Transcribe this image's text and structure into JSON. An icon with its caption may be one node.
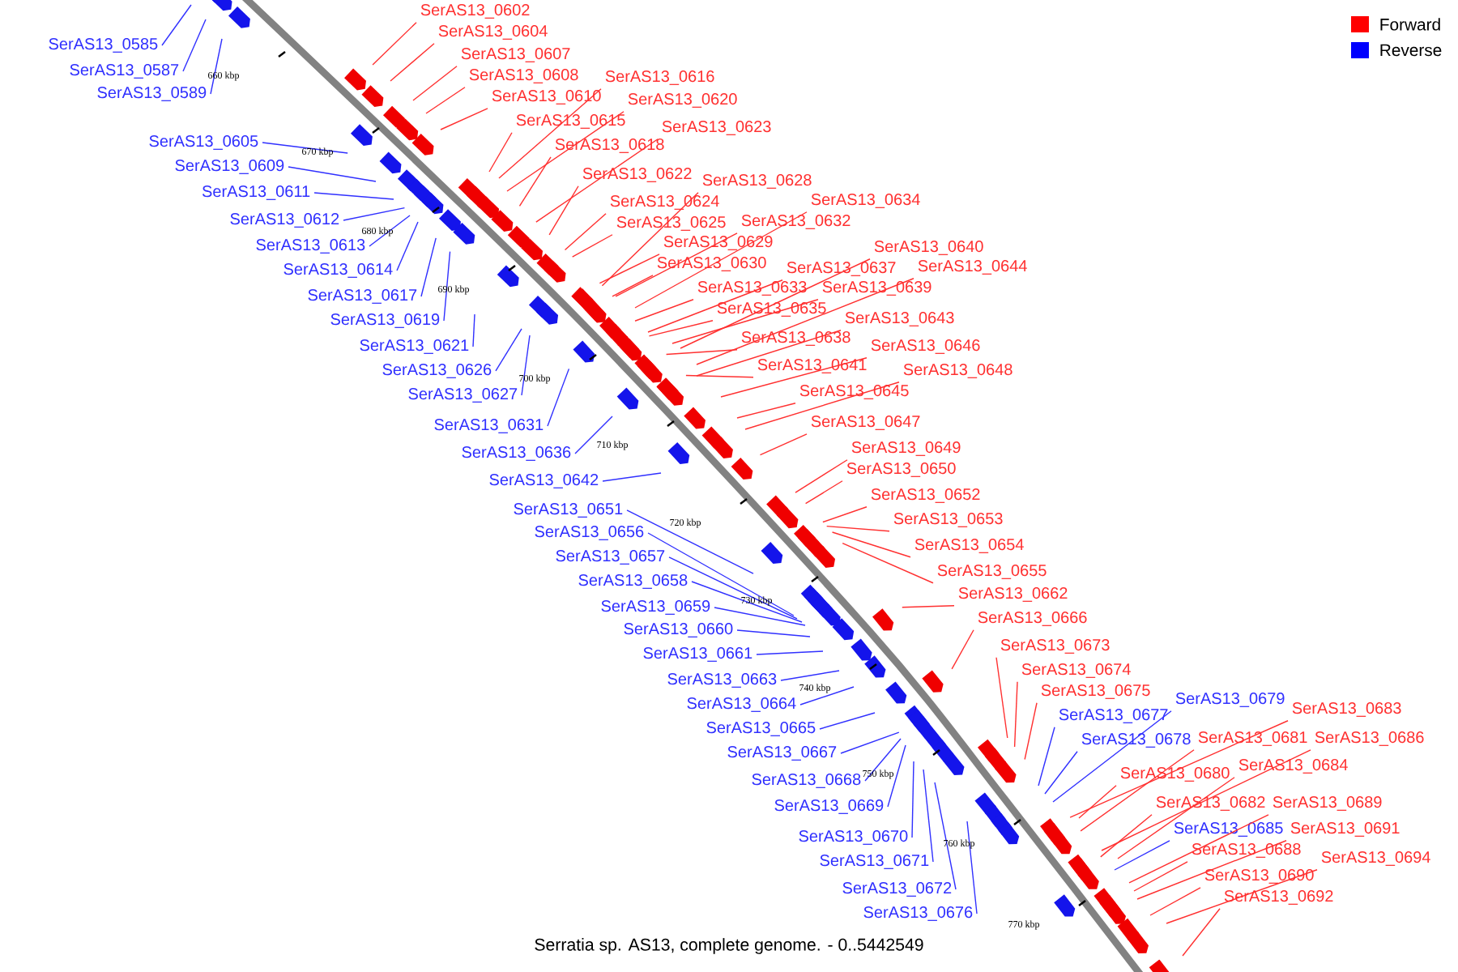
{
  "diagram": {
    "caption": "Serratia sp. AS13, complete genome. - 0..5442549",
    "nodes": [
      {
        "text": [
          "SerAS13_0585"
        ]
      },
      {
        "text": [
          "SerAS13_0587"
        ]
      },
      {
        "text": [
          "SerAS13_0589"
        ]
      },
      {
        "text": [
          "SerAS13_0605"
        ]
      },
      {
        "text": [
          "SerAS13_0609"
        ]
      },
      {
        "text": [
          "SerAS13_0611"
        ]
      },
      {
        "text": [
          "SerAS13_0612"
        ]
      },
      {
        "text": [
          "SerAS13_0613"
        ]
      },
      {
        "text": [
          "SerAS13_0614"
        ]
      },
      {
        "text": [
          "SerAS13_0617"
        ]
      },
      {
        "text": [
          "SerAS13_0619"
        ]
      },
      {
        "text": [
          "SerAS13_0621"
        ]
      },
      {
        "text": [
          "SerAS13_0626"
        ]
      },
      {
        "text": [
          "SerAS13_0627"
        ]
      },
      {
        "text": [
          "SerAS13_0631"
        ]
      },
      {
        "text": [
          "SerAS13_0636"
        ]
      },
      {
        "text": [
          "SerAS13_0642"
        ]
      },
      {
        "text": [
          "SerAS13_0651"
        ]
      },
      {
        "text": [
          "SerAS13_0656"
        ]
      },
      {
        "text": [
          "SerAS13_0657"
        ]
      },
      {
        "text": [
          "SerAS13_0658"
        ]
      },
      {
        "text": [
          "SerAS13_0659"
        ]
      },
      {
        "text": [
          "SerAS13_0660"
        ]
      },
      {
        "text": [
          "SerAS13_0661"
        ]
      },
      {
        "text": [
          "SerAS13_0663"
        ]
      },
      {
        "text": [
          "SerAS13_0664"
        ]
      },
      {
        "text": [
          "SerAS13_0665"
        ]
      },
      {
        "text": [
          "SerAS13_0667"
        ]
      },
      {
        "text": [
          "SerAS13_0668"
        ]
      },
      {
        "text": [
          "SerAS13_0669"
        ]
      },
      {
        "text": [
          "SerAS13_0670"
        ]
      },
      {
        "text": [
          "SerAS13_0671"
        ]
      },
      {
        "text": [
          "SerAS13_0672"
        ]
      },
      {
        "text": [
          "SerAS13_0676"
        ]
      },
      {
        "text": [
          "SerAS13_0677"
        ]
      },
      {
        "text": [
          "SerAS13_0678"
        ]
      },
      {
        "text": [
          "SerAS13_0679"
        ]
      },
      {
        "text": [
          "SerAS13_0685"
        ]
      },
      {
        "text": [
          "SerAS13_0602"
        ]
      },
      {
        "text": [
          "SerAS13_0604"
        ]
      },
      {
        "text": [
          "SerAS13_0607"
        ]
      },
      {
        "text": [
          "SerAS13_0608"
        ]
      },
      {
        "text": [
          "SerAS13_0610"
        ]
      },
      {
        "text": [
          "SerAS13_0616"
        ]
      },
      {
        "text": [
          "SerAS13_0620"
        ]
      },
      {
        "text": [
          "SerAS13_0615"
        ]
      },
      {
        "text": [
          "SerAS13_0618"
        ]
      },
      {
        "text": [
          "SerAS13_0623"
        ]
      },
      {
        "text": [
          "SerAS13_0622"
        ]
      },
      {
        "text": [
          "SerAS13_0628"
        ]
      },
      {
        "text": [
          "SerAS13_0624"
        ]
      },
      {
        "text": [
          "SerAS13_0634"
        ]
      },
      {
        "text": [
          "SerAS13_0625"
        ]
      },
      {
        "text": [
          "SerAS13_0632"
        ]
      },
      {
        "text": [
          "SerAS13_0629"
        ]
      },
      {
        "text": [
          "SerAS13_0630"
        ]
      },
      {
        "text": [
          "SerAS13_0640"
        ]
      },
      {
        "text": [
          "SerAS13_0637"
        ]
      },
      {
        "text": [
          "SerAS13_0644"
        ]
      },
      {
        "text": [
          "SerAS13_0633"
        ]
      },
      {
        "text": [
          "SerAS13_0639"
        ]
      },
      {
        "text": [
          "SerAS13_0635"
        ]
      },
      {
        "text": [
          "SerAS13_0643"
        ]
      },
      {
        "text": [
          "SerAS13_0638"
        ]
      },
      {
        "text": [
          "SerAS13_0646"
        ]
      },
      {
        "text": [
          "SerAS13_0641"
        ]
      },
      {
        "text": [
          "SerAS13_0648"
        ]
      },
      {
        "text": [
          "SerAS13_0645"
        ]
      },
      {
        "text": [
          "SerAS13_0647"
        ]
      },
      {
        "text": [
          "SerAS13_0649"
        ]
      },
      {
        "text": [
          "SerAS13_0650"
        ]
      },
      {
        "text": [
          "SerAS13_0652"
        ]
      },
      {
        "text": [
          "SerAS13_0653"
        ]
      },
      {
        "text": [
          "SerAS13_0654"
        ]
      },
      {
        "text": [
          "SerAS13_0655"
        ]
      },
      {
        "text": [
          "SerAS13_0662"
        ]
      },
      {
        "text": [
          "SerAS13_0666"
        ]
      },
      {
        "text": [
          "SerAS13_0673"
        ]
      },
      {
        "text": [
          "SerAS13_0674"
        ]
      },
      {
        "text": [
          "SerAS13_0675"
        ]
      },
      {
        "text": [
          "SerAS13_0683"
        ]
      },
      {
        "text": [
          "SerAS13_0681"
        ]
      },
      {
        "text": [
          "SerAS13_0686"
        ]
      },
      {
        "text": [
          "SerAS13_0680"
        ]
      },
      {
        "text": [
          "SerAS13_0684"
        ]
      },
      {
        "text": [
          "SerAS13_0682"
        ]
      },
      {
        "text": [
          "SerAS13_0689"
        ]
      },
      {
        "text": [
          "SerAS13_0691"
        ]
      },
      {
        "text": [
          "SerAS13_0688"
        ]
      },
      {
        "text": [
          "SerAS13_0694"
        ]
      },
      {
        "text": [
          "SerAS13_0690"
        ]
      },
      {
        "text": [
          "SerAS13_0692"
        ]
      }
    ],
    "edges": [
      {
        "from": 0,
        "to": null,
        "arrow": "none",
        "color": "#3030ff"
      },
      {
        "from": 1,
        "to": null,
        "arrow": "none",
        "color": "#3030ff"
      },
      {
        "from": 2,
        "to": null,
        "arrow": "none",
        "color": "#3030ff"
      },
      {
        "from": 3,
        "to": null,
        "arrow": "none",
        "color": "#3030ff"
      },
      {
        "from": 4,
        "to": null,
        "arrow": "none",
        "color": "#3030ff"
      },
      {
        "from": 5,
        "to": null,
        "arrow": "none",
        "color": "#3030ff"
      },
      {
        "from": 6,
        "to": null,
        "arrow": "none",
        "color": "#3030ff"
      },
      {
        "from": 7,
        "to": null,
        "arrow": "none",
        "color": "#3030ff"
      },
      {
        "from": 8,
        "to": null,
        "arrow": "none",
        "color": "#3030ff"
      },
      {
        "from": 9,
        "to": null,
        "arrow": "none",
        "color": "#3030ff"
      },
      {
        "from": 10,
        "to": null,
        "arrow": "none",
        "color": "#3030ff"
      },
      {
        "from": 11,
        "to": null,
        "arrow": "none",
        "color": "#3030ff"
      },
      {
        "from": 12,
        "to": null,
        "arrow": "none",
        "color": "#3030ff"
      },
      {
        "from": 13,
        "to": null,
        "arrow": "none",
        "color": "#3030ff"
      },
      {
        "from": 14,
        "to": null,
        "arrow": "none",
        "color": "#3030ff"
      },
      {
        "from": 15,
        "to": null,
        "arrow": "none",
        "color": "#3030ff"
      },
      {
        "from": 16,
        "to": null,
        "arrow": "none",
        "color": "#3030ff"
      },
      {
        "from": 17,
        "to": null,
        "arrow": "none",
        "color": "#3030ff"
      },
      {
        "from": 18,
        "to": null,
        "arrow": "none",
        "color": "#3030ff"
      },
      {
        "from": 19,
        "to": null,
        "arrow": "none",
        "color": "#3030ff"
      },
      {
        "from": 20,
        "to": null,
        "arrow": "none",
        "color": "#3030ff"
      },
      {
        "from": 21,
        "to": null,
        "arrow": "none",
        "color": "#3030ff"
      },
      {
        "from": 22,
        "to": null,
        "arrow": "none",
        "color": "#3030ff"
      },
      {
        "from": 23,
        "to": null,
        "arrow": "none",
        "color": "#3030ff"
      },
      {
        "from": 24,
        "to": null,
        "arrow": "none",
        "color": "#3030ff"
      },
      {
        "from": 25,
        "to": null,
        "arrow": "none",
        "color": "#3030ff"
      },
      {
        "from": 26,
        "to": null,
        "arrow": "none",
        "color": "#3030ff"
      },
      {
        "from": 27,
        "to": null,
        "arrow": "none",
        "color": "#3030ff"
      },
      {
        "from": 28,
        "to": null,
        "arrow": "none",
        "color": "#3030ff"
      },
      {
        "from": 29,
        "to": null,
        "arrow": "none",
        "color": "#3030ff"
      },
      {
        "from": 30,
        "to": null,
        "arrow": "none",
        "color": "#3030ff"
      },
      {
        "from": 31,
        "to": null,
        "arrow": "none",
        "color": "#3030ff"
      },
      {
        "from": 32,
        "to": null,
        "arrow": "none",
        "color": "#3030ff"
      },
      {
        "from": 33,
        "to": null,
        "arrow": "none",
        "color": "#3030ff"
      },
      {
        "from": 34,
        "to": null,
        "arrow": "none",
        "color": "#3030ff"
      },
      {
        "from": 35,
        "to": null,
        "arrow": "none",
        "color": "#3030ff"
      },
      {
        "from": 36,
        "to": null,
        "arrow": "none",
        "color": "#3030ff"
      },
      {
        "from": 37,
        "to": null,
        "arrow": "none",
        "color": "#3030ff"
      },
      {
        "from": 38,
        "to": null,
        "arrow": "none"
      },
      {
        "from": 39,
        "to": null,
        "arrow": "none"
      },
      {
        "from": 40,
        "to": null,
        "arrow": "none"
      },
      {
        "from": 41,
        "to": null,
        "arrow": "none"
      },
      {
        "from": 42,
        "to": null,
        "arrow": "none"
      },
      {
        "from": 43,
        "to": null,
        "arrow": "none"
      },
      {
        "from": 44,
        "to": null,
        "arrow": "none"
      },
      {
        "from": 45,
        "to": null,
        "arrow": "none"
      },
      {
        "from": 46,
        "to": null,
        "arrow": "none"
      },
      {
        "from": 47,
        "to": null,
        "arrow": "none"
      },
      {
        "from": 48,
        "to": null,
        "arrow": "none"
      },
      {
        "from": 49,
        "to": null,
        "arrow": "none"
      },
      {
        "from": 50,
        "to": null,
        "arrow": "none"
      },
      {
        "from": 51,
        "to": null,
        "arrow": "none"
      },
      {
        "from": 52,
        "to": null,
        "arrow": "none"
      },
      {
        "from": 53,
        "to": null,
        "arrow": "none"
      },
      {
        "from": 54,
        "to": null,
        "arrow": "none"
      },
      {
        "from": 55,
        "to": null,
        "arrow": "none"
      },
      {
        "from": 56,
        "to": null,
        "arrow": "none"
      },
      {
        "from": 57,
        "to": null,
        "arrow": "none"
      },
      {
        "from": 58,
        "to": null,
        "arrow": "none"
      },
      {
        "from": 59,
        "to": null,
        "arrow": "none"
      },
      {
        "from": 60,
        "to": null,
        "arrow": "none"
      },
      {
        "from": 61,
        "to": null,
        "arrow": "none"
      },
      {
        "from": 62,
        "to": null,
        "arrow": "none"
      },
      {
        "from": 63,
        "to": null,
        "arrow": "none"
      },
      {
        "from": 64,
        "to": null,
        "arrow": "none"
      },
      {
        "from": 65,
        "to": null,
        "arrow": "none"
      },
      {
        "from": 66,
        "to": null,
        "arrow": "none"
      },
      {
        "from": 67,
        "to": null,
        "arrow": "none"
      },
      {
        "from": 68,
        "to": null,
        "arrow": "none"
      },
      {
        "from": 69,
        "to": null,
        "arrow": "none"
      },
      {
        "from": 70,
        "to": null,
        "arrow": "none"
      },
      {
        "from": 71,
        "to": null,
        "arrow": "none"
      },
      {
        "from": 72,
        "to": null,
        "arrow": "none"
      },
      {
        "from": 73,
        "to": null,
        "arrow": "none"
      },
      {
        "from": 74,
        "to": null,
        "arrow": "none"
      },
      {
        "from": 75,
        "to": null,
        "arrow": "none"
      },
      {
        "from": 76,
        "to": null,
        "arrow": "none"
      },
      {
        "from": 77,
        "to": null,
        "arrow": "none"
      },
      {
        "from": 78,
        "to": null,
        "arrow": "none"
      },
      {
        "from": 79,
        "to": null,
        "arrow": "none"
      },
      {
        "from": 80,
        "to": null,
        "arrow": "none"
      },
      {
        "from": 81,
        "to": null,
        "arrow": "none"
      },
      {
        "from": 82,
        "to": null,
        "arrow": "none"
      },
      {
        "from": 83,
        "to": null,
        "arrow": "none"
      },
      {
        "from": 84,
        "to": null,
        "arrow": "none"
      },
      {
        "from": 85,
        "to": null,
        "arrow": "none"
      },
      {
        "from": 86,
        "to": null,
        "arrow": "none"
      },
      {
        "from": 87,
        "to": null,
        "arrow": "none"
      },
      {
        "from": 88,
        "to": null,
        "arrow": "none"
      },
      {
        "from": 89,
        "to": null,
        "arrow": "none"
      },
      {
        "from": 90,
        "to": null,
        "arrow": "none"
      },
      {
        "from": 91,
        "to": null,
        "arrow": "none"
      }
    ],
    "labels": [
      "660 kbp",
      "670 kbp",
      "680 kbp",
      "690 kbp",
      "700 kbp",
      "710 kbp",
      "720 kbp",
      "730 kbp",
      "740 kbp",
      "750 kbp",
      "760 kbp",
      "770 kbp"
    ],
    "legend": [
      {
        "text": "Forward",
        "color": "#ff0000"
      },
      {
        "text": "Reverse",
        "color": "#0000ff"
      }
    ]
  }
}
